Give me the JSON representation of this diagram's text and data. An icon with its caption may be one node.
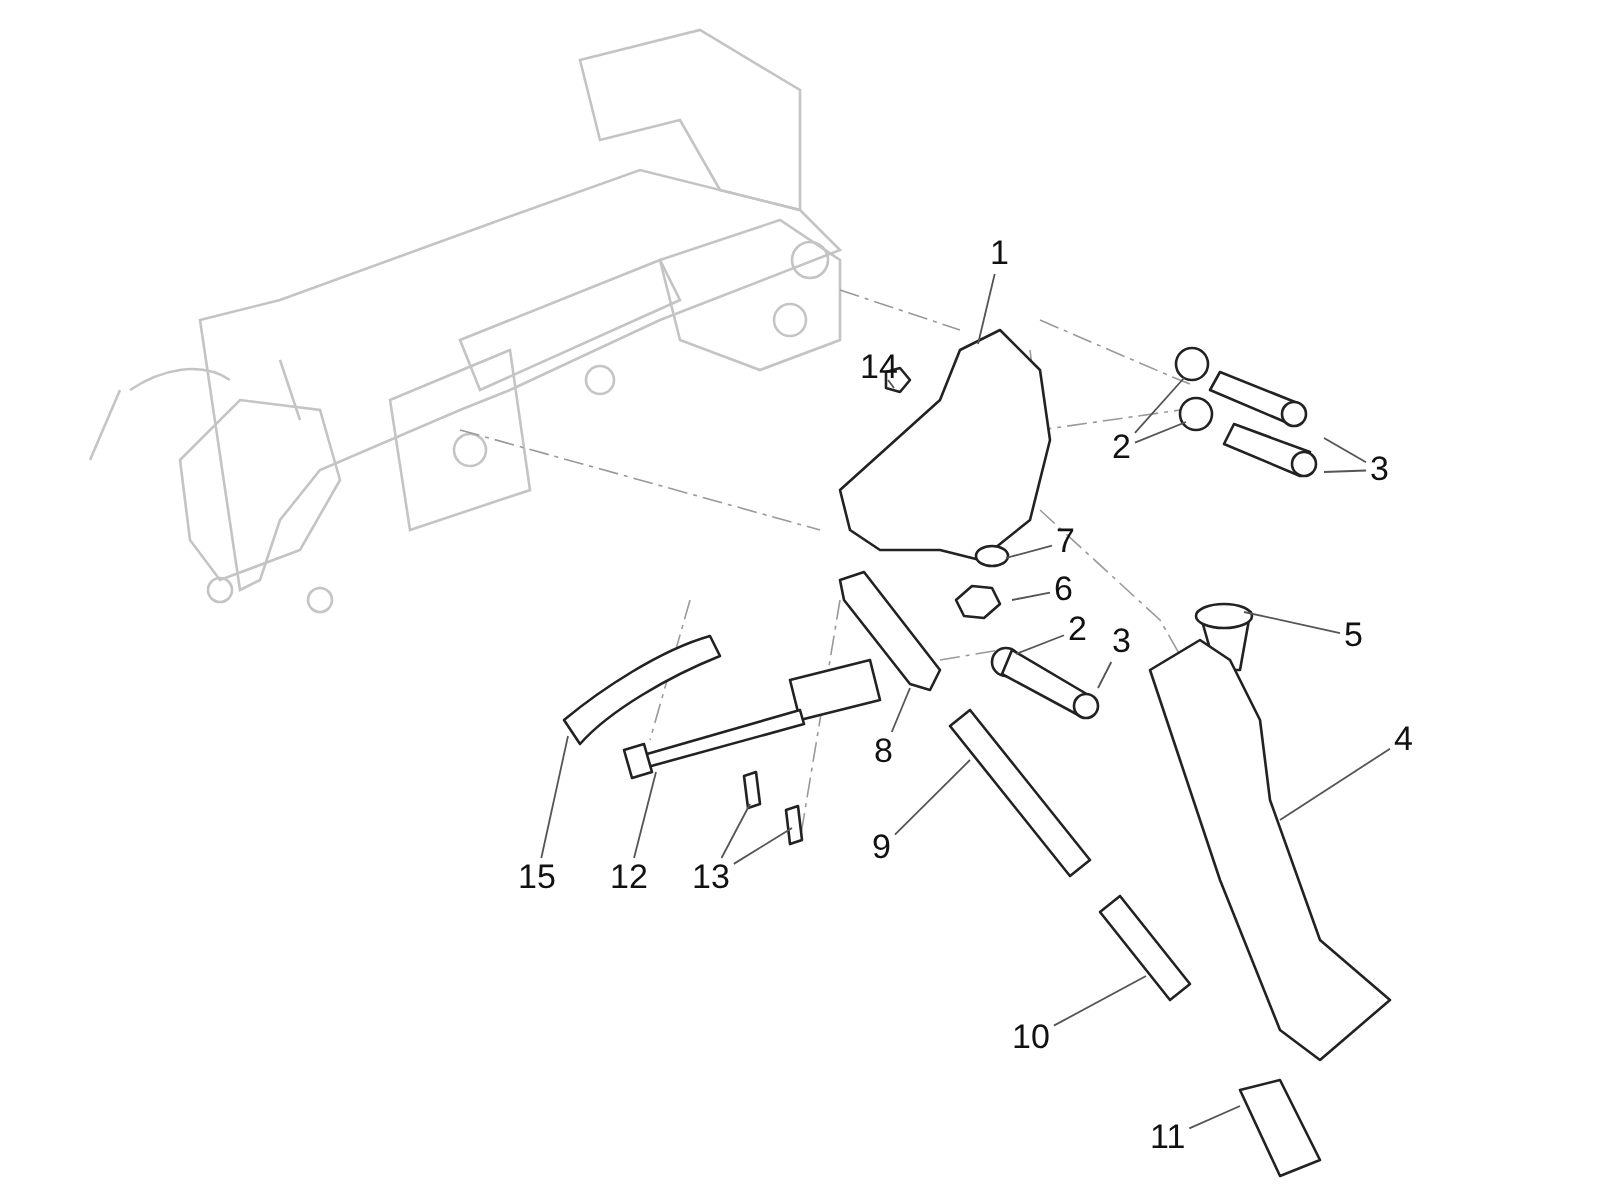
{
  "diagram": {
    "nodes": [
      {
        "text": [
          "1"
        ]
      },
      {
        "text": [
          "14"
        ]
      },
      {
        "text": [
          "2"
        ]
      },
      {
        "text": [
          "3"
        ]
      },
      {
        "text": [
          "7"
        ]
      },
      {
        "text": [
          "6"
        ]
      },
      {
        "text": [
          "5"
        ]
      },
      {
        "text": [
          "2"
        ]
      },
      {
        "text": [
          "3"
        ]
      },
      {
        "text": [
          "8"
        ]
      },
      {
        "text": [
          "4"
        ]
      },
      {
        "text": [
          "9"
        ]
      },
      {
        "text": [
          "15"
        ]
      },
      {
        "text": [
          "12"
        ]
      },
      {
        "text": [
          "13"
        ]
      },
      {
        "text": [
          "10"
        ]
      },
      {
        "text": [
          "11"
        ]
      }
    ],
    "edges": [
      {
        "from": 0,
        "to": null,
        "arrow": "none"
      },
      {
        "from": 1,
        "to": null,
        "arrow": "none"
      },
      {
        "from": 2,
        "to": null,
        "arrow": "none"
      },
      {
        "from": 2,
        "to": null,
        "arrow": "none"
      },
      {
        "from": 3,
        "to": null,
        "arrow": "none"
      },
      {
        "from": 3,
        "to": null,
        "arrow": "none"
      },
      {
        "from": 4,
        "to": null,
        "arrow": "none"
      },
      {
        "from": 5,
        "to": null,
        "arrow": "none"
      },
      {
        "from": 6,
        "to": null,
        "arrow": "none"
      },
      {
        "from": 7,
        "to": null,
        "arrow": "none"
      },
      {
        "from": 8,
        "to": null,
        "arrow": "none"
      },
      {
        "from": 9,
        "to": null,
        "arrow": "none"
      },
      {
        "from": 10,
        "to": null,
        "arrow": "none"
      },
      {
        "from": 11,
        "to": null,
        "arrow": "none"
      },
      {
        "from": 12,
        "to": null,
        "arrow": "none"
      },
      {
        "from": 13,
        "to": null,
        "arrow": "none"
      },
      {
        "from": 14,
        "to": null,
        "arrow": "none"
      },
      {
        "from": 14,
        "to": null,
        "arrow": "none"
      },
      {
        "from": 15,
        "to": null,
        "arrow": "none"
      },
      {
        "from": 16,
        "to": null,
        "arrow": "none"
      }
    ]
  }
}
